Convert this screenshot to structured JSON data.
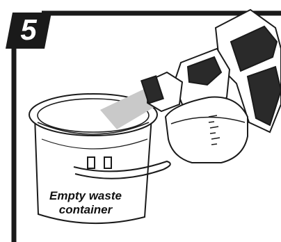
{
  "step": {
    "number": "5"
  },
  "caption": {
    "line1": "Empty waste",
    "line2": "container"
  },
  "colors": {
    "ink": "#1a1a1a",
    "spray": "#c9c9c9",
    "background": "#ffffff"
  },
  "icons": {
    "badge": "step-badge-icon",
    "spray": "spray-cone-icon"
  }
}
